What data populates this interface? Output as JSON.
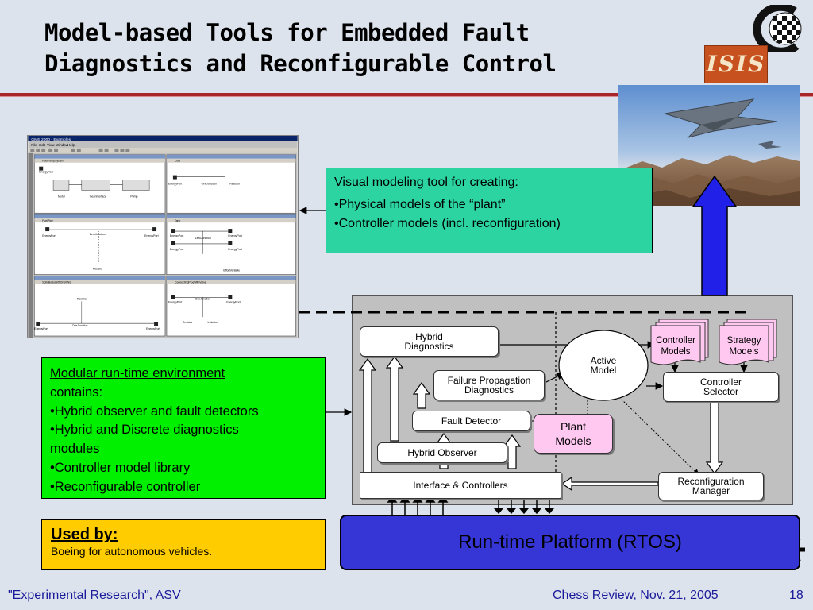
{
  "slide": {
    "title_line1": "Model-based Tools for Embedded Fault",
    "title_line2": "Diagnostics and Reconfigurable Control",
    "footer_left": "\"Experimental Research\", ASV",
    "footer_right": "Chess Review, Nov. 21, 2005",
    "page_number": "18"
  },
  "logos": {
    "isis": "ISIS"
  },
  "visual_modeling": {
    "underlined": "Visual modeling tool",
    "rest": " for creating:",
    "bullets": [
      "•Physical models of the “plant”",
      "•Controller models (incl. reconfiguration)"
    ]
  },
  "modular_runtime": {
    "underlined": "Modular run-time environment",
    "line2": "contains:",
    "bullets": [
      "•Hybrid observer and fault detectors",
      "•Hybrid and Discrete diagnostics",
      "modules",
      "•Controller model library",
      "•Reconfigurable controller"
    ]
  },
  "used_by": {
    "title": "Used by:",
    "text": "Boeing for autonomous vehicles."
  },
  "diagram": {
    "hybrid_diagnostics": [
      "Hybrid",
      "Diagnostics"
    ],
    "failure_propagation": [
      "Failure Propagation",
      "Diagnostics"
    ],
    "fault_detector": "Fault Detector",
    "hybrid_observer": "Hybrid Observer",
    "interface_controllers": "Interface & Controllers",
    "active_model": [
      "Active",
      "Model"
    ],
    "plant_models": [
      "Plant",
      "Models"
    ],
    "controller_models": [
      "Controller",
      "Models"
    ],
    "strategy_models": [
      "Strategy",
      "Models"
    ],
    "controller_selector": [
      "Controller",
      "Selector"
    ],
    "reconfiguration_manager": [
      "Reconfiguration",
      "Manager"
    ],
    "rtos": "Run-time Platform (RTOS)"
  },
  "gme": {
    "title": "GME 2000 - Examples",
    "menu": [
      "File",
      "Edit",
      "View",
      "Window",
      "Help"
    ],
    "panes": [
      {
        "name": "FuelPumpSystem",
        "labels": [
          "EnergyPort",
          "Motor",
          "GearInterface",
          "Pump"
        ]
      },
      {
        "name": "Cold",
        "labels": [
          "EnergyPort",
          "OneJunction",
          "Resistor"
        ]
      },
      {
        "name": "FuelPipe",
        "labels": [
          "EnergyPort",
          "ZeroJunction",
          "EnergyPort",
          "Resistor"
        ]
      },
      {
        "name": "Tank",
        "labels": [
          "EnergyPort",
          "EnergyPort",
          "ZeroJunction",
          "EnergyPort",
          "EnergyPort",
          "EffortVariable"
        ]
      },
      {
        "name": "SolidBodyWithOneWire",
        "labels": [
          "Resistor",
          "EnergyPort",
          "OneJunction",
          "EnergyPort"
        ]
      },
      {
        "name": "ConnectingPipeWithValve",
        "labels": [
          "EnergyPort",
          "OneJunction",
          "EnergyPort",
          "Resistor",
          "Inductor"
        ]
      }
    ]
  },
  "colors": {
    "title_rule": "#a8262a",
    "visual_box": "#2bd4a0",
    "runtime_box": "#00f000",
    "usedby_box": "#ffcc00",
    "rtos": "#3636d6",
    "plant_models": "#ffc8f0",
    "footer_text": "#1a1a9a"
  }
}
